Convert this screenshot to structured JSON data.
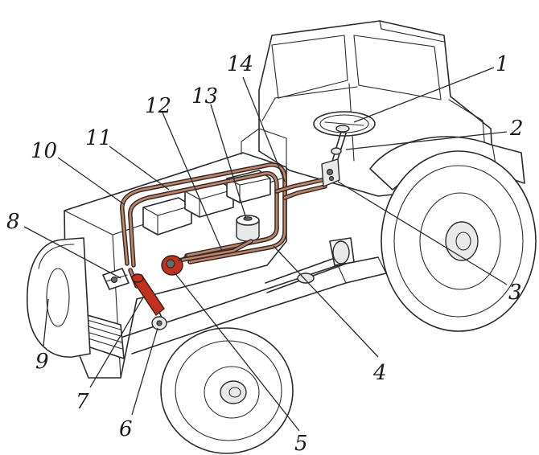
{
  "callouts": [
    {
      "id": "1",
      "label": "1"
    },
    {
      "id": "2",
      "label": "2"
    },
    {
      "id": "3",
      "label": "3"
    },
    {
      "id": "4",
      "label": "4"
    },
    {
      "id": "5",
      "label": "5"
    },
    {
      "id": "6",
      "label": "6"
    },
    {
      "id": "7",
      "label": "7"
    },
    {
      "id": "8",
      "label": "8"
    },
    {
      "id": "9",
      "label": "9"
    },
    {
      "id": "10",
      "label": "10"
    },
    {
      "id": "11",
      "label": "11"
    },
    {
      "id": "12",
      "label": "12"
    },
    {
      "id": "13",
      "label": "13"
    },
    {
      "id": "14",
      "label": "14"
    }
  ],
  "colors": {
    "pipe": "#b9866f",
    "highlight_red": "#c0311f",
    "line": "#2a2a2a"
  }
}
